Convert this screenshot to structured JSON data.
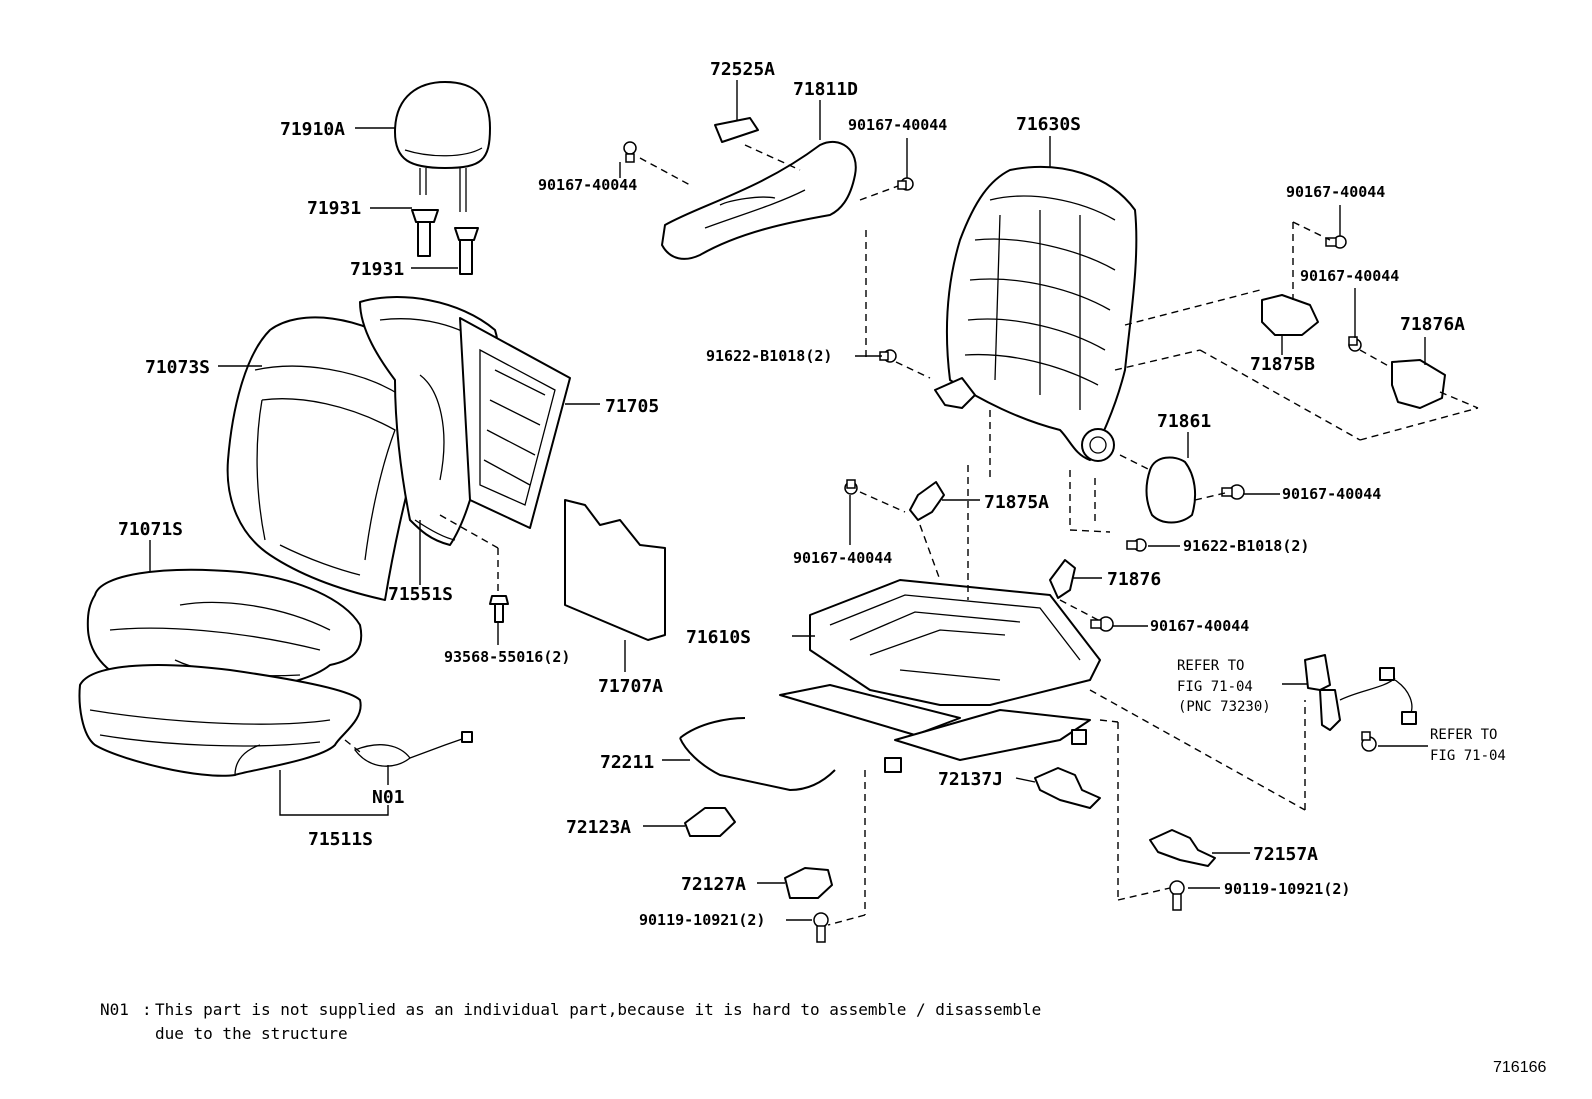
{
  "labels": {
    "p71910A": "71910A",
    "p71931a": "71931",
    "p71931b": "71931",
    "p71073S": "71073S",
    "p71705": "71705",
    "p71071S": "71071S",
    "p71551S": "71551S",
    "p93568": "93568-55016(2)",
    "p71707A": "71707A",
    "pN01": "N01",
    "p71511S": "71511S",
    "p72525A": "72525A",
    "p71811D": "71811D",
    "p90167_a": "90167-40044",
    "p90167_b": "90167-40044",
    "p71630S": "71630S",
    "p90167_c": "90167-40044",
    "p90167_d": "90167-40044",
    "p71876A": "71876A",
    "p71875B": "71875B",
    "p91622_a": "91622-B1018(2)",
    "p71861": "71861",
    "p90167_e": "90167-40044",
    "p71875A": "71875A",
    "p90167_f": "90167-40044",
    "p91622_b": "91622-B1018(2)",
    "p71876": "71876",
    "p90167_g": "90167-40044",
    "p71610S": "71610S",
    "p72211": "72211",
    "p72137J": "72137J",
    "p72123A": "72123A",
    "p72127A": "72127A",
    "p90119_a": "90119-10921(2)",
    "p72157A": "72157A",
    "p90119_b": "90119-10921(2)"
  },
  "refs": {
    "refer1_line1": "REFER TO",
    "refer1_line2": "FIG 71-04",
    "refer1_line3": "(PNC 73230)",
    "refer2_line1": "REFER TO",
    "refer2_line2": "FIG 71-04"
  },
  "note": {
    "code": "N01",
    "separator": ":",
    "line1": "This part is not supplied as an individual part,because it is hard to assemble / disassemble",
    "line2": "due to the structure"
  },
  "figure_id": "716166"
}
